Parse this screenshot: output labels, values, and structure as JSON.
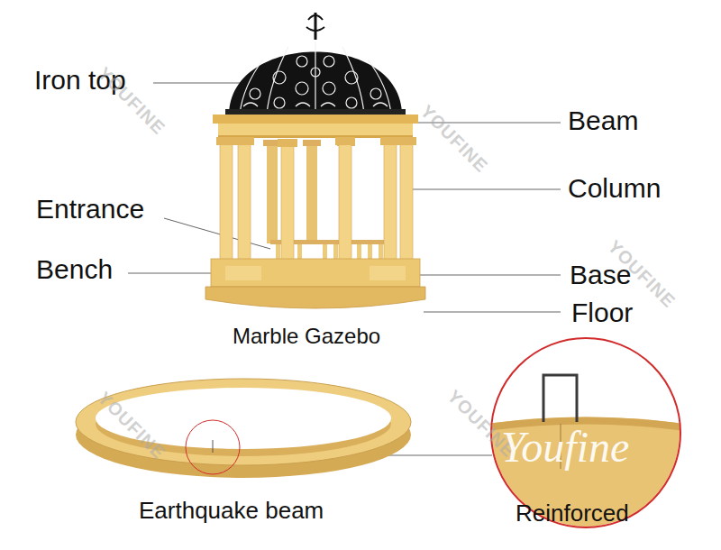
{
  "diagram": {
    "labels": [
      "Iron top",
      "Beam",
      "Column",
      "Entrance",
      "Bench",
      "Base",
      "Floor",
      "Marble Gazebo",
      "Earthquake beam",
      "Reinforced",
      "YOUFINE",
      "YOUFINE",
      "YOUFINE",
      "YOUFINE",
      "YOUFINE",
      "Youfine"
    ]
  }
}
